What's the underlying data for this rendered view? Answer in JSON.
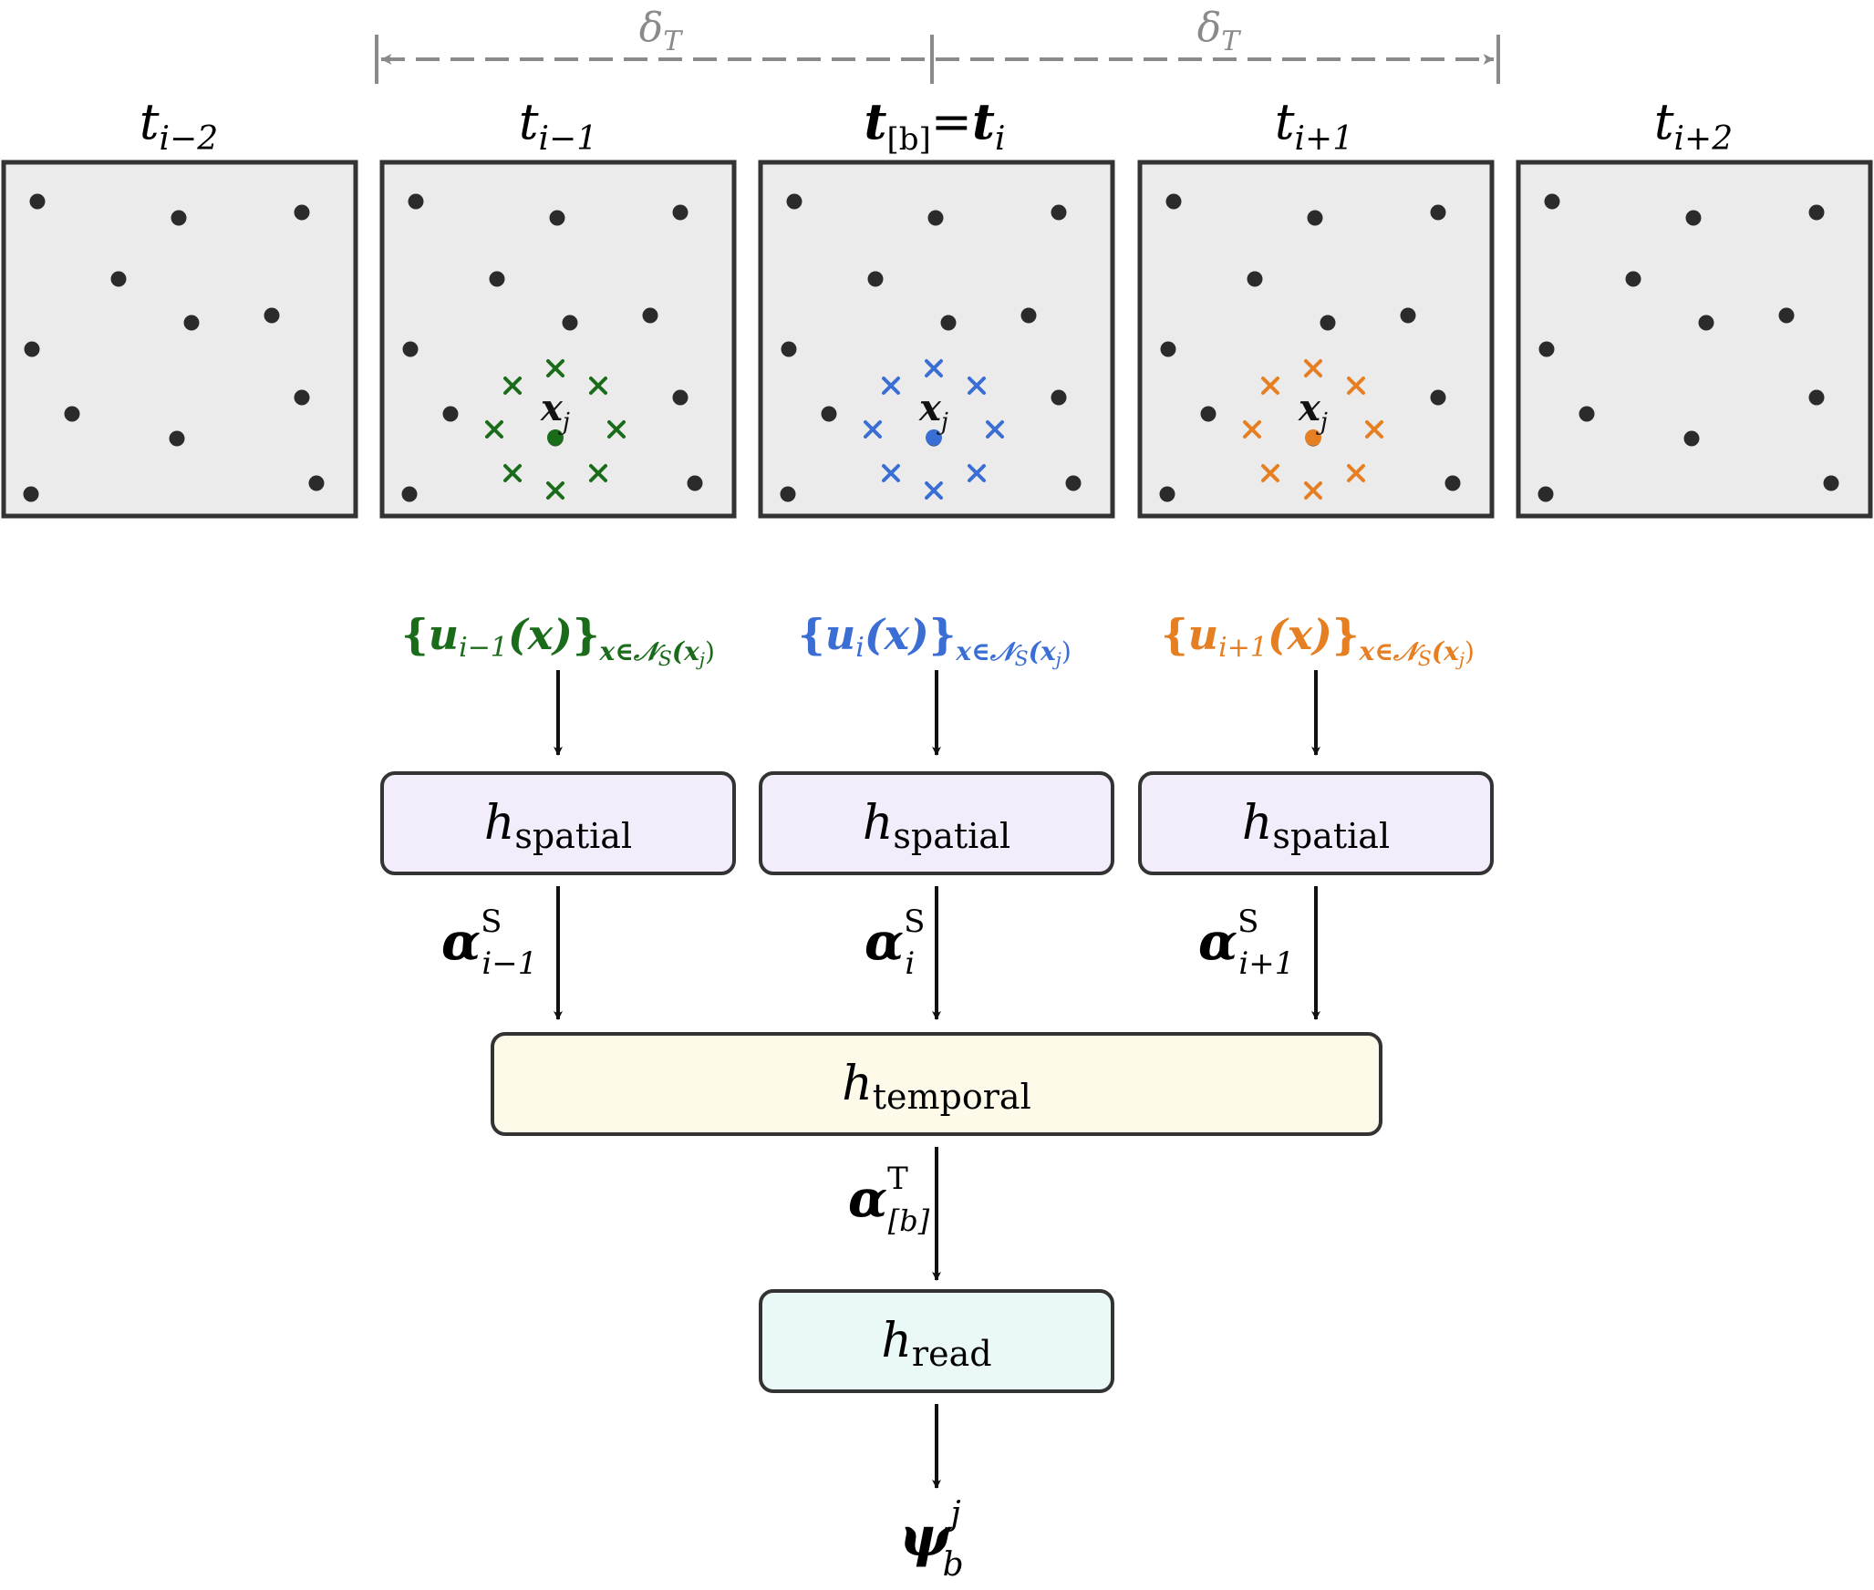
{
  "timeline": {
    "interval_left": "δ",
    "interval_right": "δ",
    "interval_sub": "T",
    "arrow_color": "#8a8a8a"
  },
  "frames": [
    {
      "label": "t",
      "sub": "i−2",
      "highlight": false
    },
    {
      "label": "t",
      "sub": "i−1",
      "highlight": true,
      "color": "#1a6b1a",
      "color_name": "green"
    },
    {
      "label": "t",
      "sub": "[b]",
      "eq": "=",
      "label2": "t",
      "sub2": "i",
      "highlight": true,
      "color": "#3b6ed4",
      "color_name": "blue"
    },
    {
      "label": "t",
      "sub": "i+1",
      "highlight": true,
      "color": "#e67e22",
      "color_name": "orange"
    },
    {
      "label": "t",
      "sub": "i+2",
      "highlight": false
    }
  ],
  "query_point": {
    "symbol": "x",
    "sub": "j"
  },
  "inputs": [
    {
      "brace_open": "{",
      "u": "u",
      "u_sub": "i−1",
      "arg": "(x)",
      "brace_close": "}",
      "set_sub": "x∈𝒩",
      "set_sub2": "S",
      "set_sub3": "(x",
      "set_sub4": "j",
      "set_sub5": ")",
      "color": "#1a6b1a"
    },
    {
      "brace_open": "{",
      "u": "u",
      "u_sub": "i",
      "arg": "(x)",
      "brace_close": "}",
      "set_sub": "x∈𝒩",
      "set_sub2": "S",
      "set_sub3": "(x",
      "set_sub4": "j",
      "set_sub5": ")",
      "color": "#3b6ed4"
    },
    {
      "brace_open": "{",
      "u": "u",
      "u_sub": "i+1",
      "arg": "(x)",
      "brace_close": "}",
      "set_sub": "x∈𝒩",
      "set_sub2": "S",
      "set_sub3": "(x",
      "set_sub4": "j",
      "set_sub5": ")",
      "color": "#e67e22"
    }
  ],
  "spatial_blocks": [
    {
      "h": "h",
      "sub": "spatial",
      "fill": "#f3ecfa"
    },
    {
      "h": "h",
      "sub": "spatial",
      "fill": "#f3ecfa"
    },
    {
      "h": "h",
      "sub": "spatial",
      "fill": "#f3ecfa"
    }
  ],
  "spatial_outputs": [
    {
      "alpha": "α",
      "sup": "S",
      "sub": "i−1"
    },
    {
      "alpha": "α",
      "sup": "S",
      "sub": "i"
    },
    {
      "alpha": "α",
      "sup": "S",
      "sub": "i+1"
    }
  ],
  "temporal_block": {
    "h": "h",
    "sub": "temporal",
    "fill": "#fdfae9"
  },
  "temporal_output": {
    "alpha": "α",
    "sup": "T",
    "sub": "[b]"
  },
  "read_block": {
    "h": "h",
    "sub": "read",
    "fill": "#ebf8f8"
  },
  "final_output": {
    "psi": "ψ",
    "sup": "j",
    "sub": "b"
  },
  "colors": {
    "frame_fill": "#ebebeb",
    "frame_stroke": "#333333",
    "dot": "#2b2b2b",
    "block_stroke": "#333333"
  }
}
